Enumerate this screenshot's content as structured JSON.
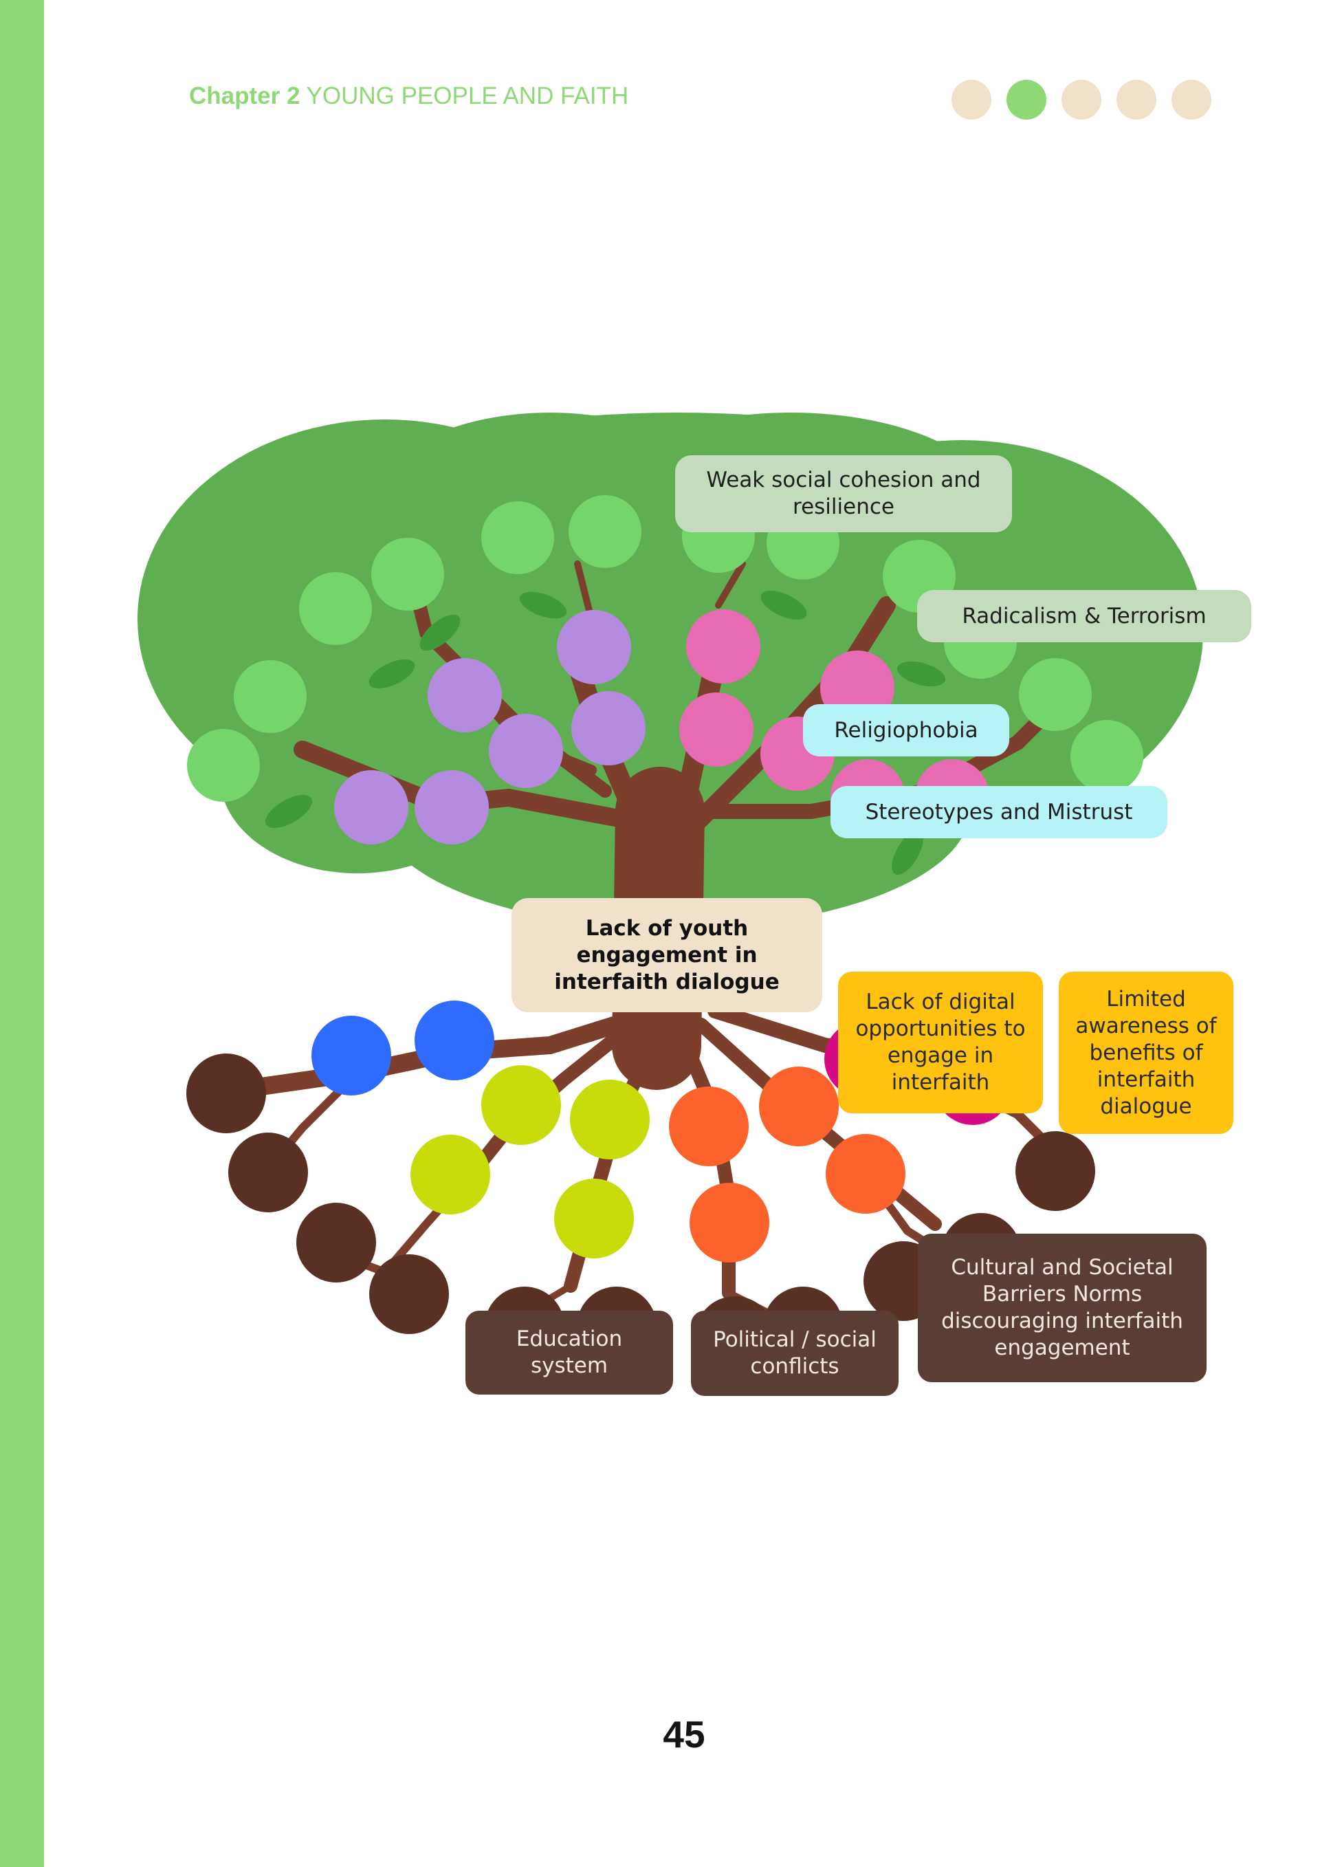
{
  "header": {
    "chapter_bold": "Chapter 2",
    "chapter_title": "YOUNG PEOPLE AND FAITH",
    "progress_dots_total": 5,
    "progress_dot_active_index": 1
  },
  "diagram": {
    "central_problem": "Lack of youth engagement in interfaith dialogue",
    "effects": [
      "Weak social cohesion and resilience",
      "Radicalism & Terrorism",
      "Religiophobia",
      "Stereotypes and Mistrust"
    ],
    "causes": [
      "Lack of digital opportunities to engage in interfaith",
      "Limited awareness of benefits of interfaith dialogue",
      "Education system",
      "Political / social conflicts",
      "Cultural and Societal Barriers Norms discouraging interfaith engagement"
    ]
  },
  "colors": {
    "sidebar": "#8fd876",
    "canopy": "#5fae52",
    "leaf_fruit": "#74d56a",
    "purple_fruit": "#b58be0",
    "pink_fruit": "#e76cb3",
    "trunk": "#7b3f2c",
    "blue_root": "#2f6bff",
    "lime_root": "#c8dc0c",
    "orange_root": "#fb622c",
    "brown_root": "#5a2f24",
    "magenta_root": "#d60b83"
  },
  "page_number": "45"
}
